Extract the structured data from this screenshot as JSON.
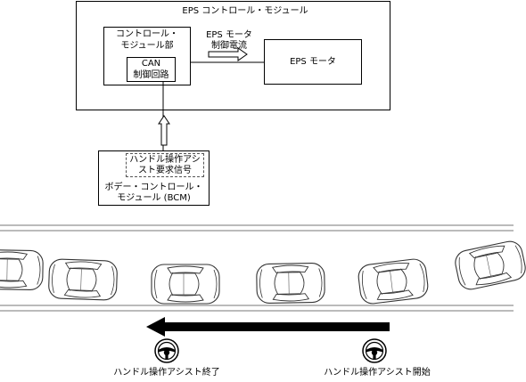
{
  "module": {
    "title": "EPS コントロール・モジュール",
    "control_unit_line1": "コントロール・",
    "control_unit_line2": "モジュール部",
    "can_line1": "CAN",
    "can_line2": "制御回路",
    "current_label_line1": "EPS モータ",
    "current_label_line2": "制御電流",
    "motor": "EPS モータ"
  },
  "bcm": {
    "signal_line1": "ハンドル操作アシ",
    "signal_line2": "スト要求信号",
    "name_line1": "ボデー・コントロール・",
    "name_line2": "モジュール (BCM)"
  },
  "road": {
    "assist_end": "ハンドル操作アシスト終了",
    "assist_start": "ハンドル操作アシスト開始"
  },
  "icons": [
    "steering-wheel-icon",
    "car-icon",
    "arrow-icon"
  ],
  "colors": {
    "line": "#000000",
    "road": "#888888",
    "arrow": "#000000"
  }
}
